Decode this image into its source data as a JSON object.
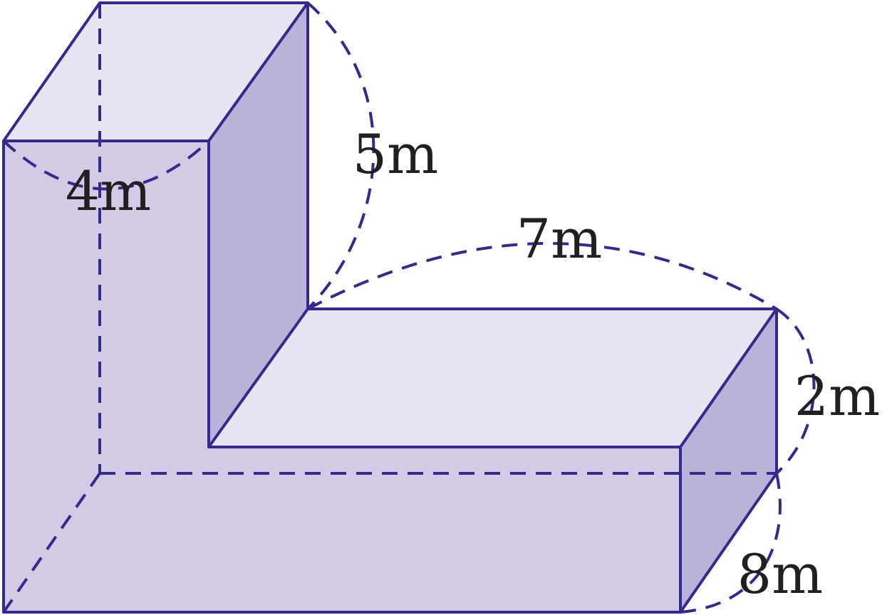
{
  "colors": {
    "stroke": "#33298f",
    "face_front": "#d3cbe6",
    "face_top": "#e8e5f2",
    "face_side": "#bbb2d8",
    "text": "#231f20"
  },
  "labels": {
    "tower_width": "4m",
    "tower_height": "5m",
    "base_length": "7m",
    "base_height": "2m",
    "depth": "8m"
  }
}
